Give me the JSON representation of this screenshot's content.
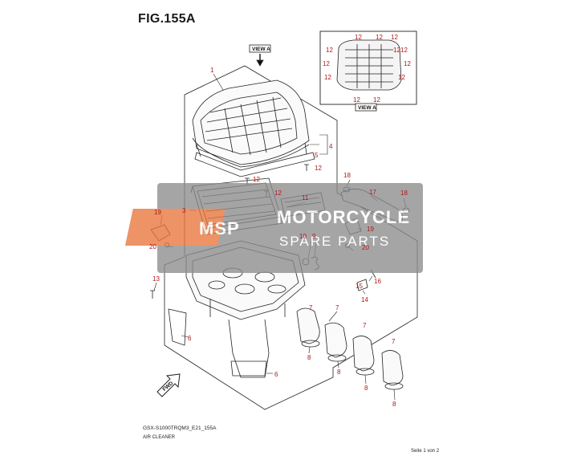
{
  "header": {
    "fig_title": "FIG.155A"
  },
  "footer": {
    "model_code": "GSX-S1000TRQM3_E21_155A",
    "caption": "AIR CLEANER",
    "page_number": "Seite 1 von 2"
  },
  "views": {
    "main_view_label": "VIEW A",
    "inset_view_label": "VIEW A"
  },
  "direction_label": "FWD",
  "watermark": {
    "logo": "MSP",
    "line1": "MOTORCYCLE",
    "line2": "SPARE PARTS"
  },
  "callouts": {
    "c1": "1",
    "c3": "3",
    "c4": "4",
    "c5": "5",
    "c6a": "6",
    "c6b": "6",
    "c7a": "7",
    "c7b": "7",
    "c7c": "7",
    "c7d": "7",
    "c8a": "8",
    "c8b": "8",
    "c8c": "8",
    "c8d": "8",
    "c9": "9",
    "c10": "10",
    "c11": "11",
    "c12a": "12",
    "c12b": "12",
    "c12c": "12",
    "c13": "13",
    "c14": "14",
    "c15": "15",
    "c16": "16",
    "c17": "17",
    "c18a": "18",
    "c18b": "18",
    "c19a": "19",
    "c19b": "19",
    "c20a": "20",
    "c20b": "20"
  },
  "inset_callouts": [
    "12",
    "12",
    "12",
    "12",
    "12",
    "12",
    "12",
    "12",
    "12",
    "12",
    "12",
    "12"
  ],
  "colors": {
    "callout": "#b01818",
    "line": "#222222",
    "watermark_band": "#8c8c8c",
    "watermark_logo": "#e8763c"
  }
}
